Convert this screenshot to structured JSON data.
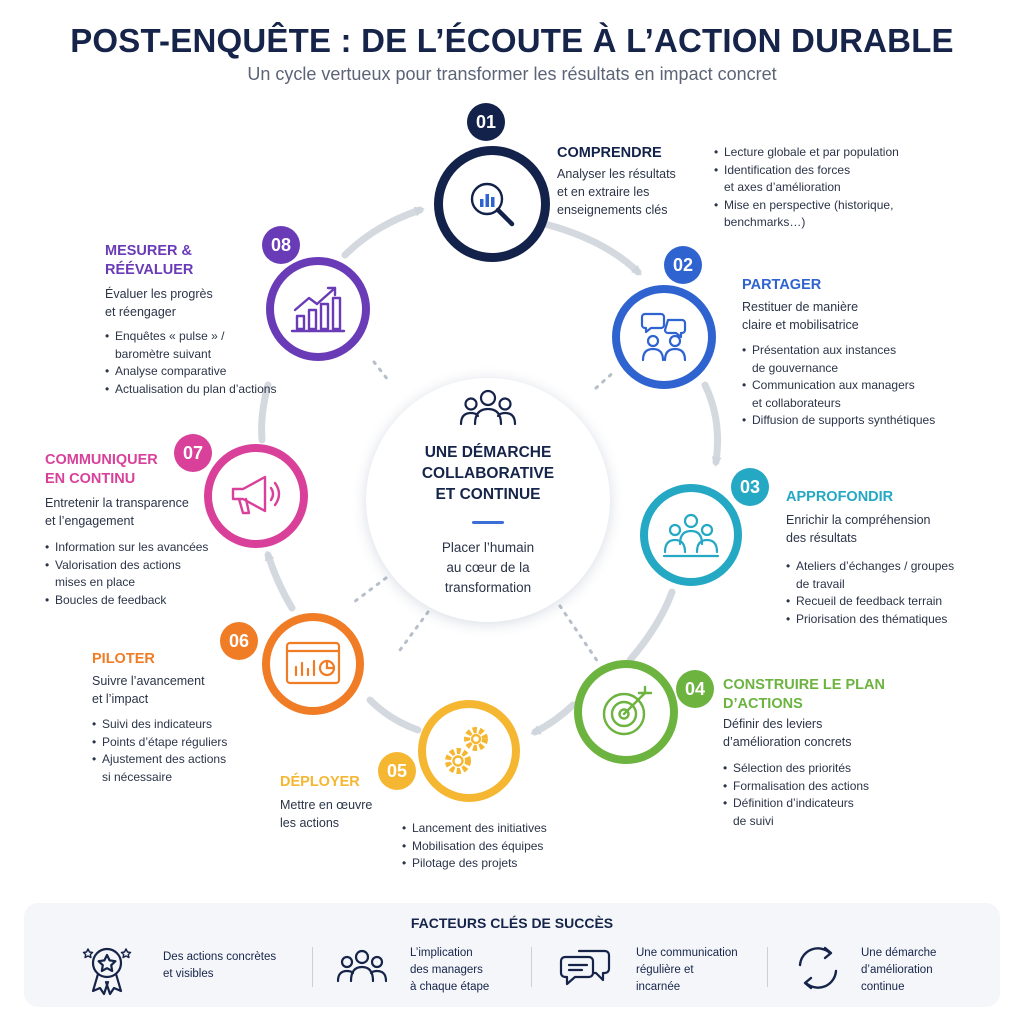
{
  "header": {
    "title": "POST-ENQUÊTE : DE L’ÉCOUTE À L’ACTION DURABLE",
    "subtitle": "Un cycle vertueux pour transformer les résultats en impact concret"
  },
  "colors": {
    "s1": "#13224a",
    "s2": "#2f63cf",
    "s3": "#24a8c4",
    "s4": "#6cb33f",
    "s5": "#f5b731",
    "s6": "#f07c26",
    "s7": "#d9409a",
    "s8": "#6a3bb7"
  },
  "center": {
    "icon": "people-group-icon",
    "title_lines": [
      "UNE DÉMARCHE",
      "COLLABORATIVE",
      "ET CONTINUE"
    ],
    "sub_lines": [
      "Placer l’humain",
      "au cœur de la",
      "transformation"
    ]
  },
  "steps": [
    {
      "num": "01",
      "icon": "magnifier-chart-icon",
      "title_lines": [
        "COMPRENDRE"
      ],
      "desc_lines": [
        "Analyser les résultats",
        "et en extraire les",
        "enseignements clés"
      ],
      "bullets": [
        [
          "Lecture globale et par population"
        ],
        [
          "Identification des forces",
          "et axes d’amélioration"
        ],
        [
          "Mise en perspective (historique,",
          "benchmarks…)"
        ]
      ]
    },
    {
      "num": "02",
      "icon": "chat-people-icon",
      "title_lines": [
        "PARTAGER"
      ],
      "desc_lines": [
        "Restituer de manière",
        "claire et mobilisatrice"
      ],
      "bullets": [
        [
          "Présentation aux instances",
          "de gouvernance"
        ],
        [
          "Communication aux managers",
          "et collaborateurs"
        ],
        [
          "Diffusion de supports synthétiques"
        ]
      ]
    },
    {
      "num": "03",
      "icon": "team-icon",
      "title_lines": [
        "APPROFONDIR"
      ],
      "desc_lines": [
        "Enrichir la compréhension",
        "des résultats"
      ],
      "bullets": [
        [
          "Ateliers d’échanges / groupes",
          "de travail"
        ],
        [
          "Recueil de feedback terrain"
        ],
        [
          "Priorisation des thématiques"
        ]
      ]
    },
    {
      "num": "04",
      "icon": "target-icon",
      "title_lines": [
        "CONSTRUIRE LE PLAN",
        "D’ACTIONS"
      ],
      "desc_lines": [
        "Définir des leviers",
        "d’amélioration concrets"
      ],
      "bullets": [
        [
          "Sélection des priorités"
        ],
        [
          "Formalisation des actions"
        ],
        [
          "Définition d’indicateurs",
          "de suivi"
        ]
      ]
    },
    {
      "num": "05",
      "icon": "gears-icon",
      "title_lines": [
        "DÉPLOYER"
      ],
      "desc_lines": [
        "Mettre en œuvre",
        "les actions"
      ],
      "bullets": [
        [
          "Lancement des initiatives"
        ],
        [
          "Mobilisation des équipes"
        ],
        [
          "Pilotage des projets"
        ]
      ]
    },
    {
      "num": "06",
      "icon": "dashboard-icon",
      "title_lines": [
        "PILOTER"
      ],
      "desc_lines": [
        "Suivre l’avancement",
        "et l’impact"
      ],
      "bullets": [
        [
          "Suivi des indicateurs"
        ],
        [
          "Points d’étape réguliers"
        ],
        [
          "Ajustement des actions",
          "si nécessaire"
        ]
      ]
    },
    {
      "num": "07",
      "icon": "megaphone-icon",
      "title_lines": [
        "COMMUNIQUER",
        "EN CONTINU"
      ],
      "desc_lines": [
        "Entretenir la transparence",
        "et l’engagement"
      ],
      "bullets": [
        [
          "Information sur les avancées"
        ],
        [
          "Valorisation des actions",
          "mises en place"
        ],
        [
          "Boucles de feedback"
        ]
      ]
    },
    {
      "num": "08",
      "icon": "growth-chart-icon",
      "title_lines": [
        "MESURER &",
        "RÉÉVALUER"
      ],
      "desc_lines": [
        "Évaluer les progrès",
        "et réengager"
      ],
      "bullets": [
        [
          "Enquêtes « pulse » /",
          "baromètre suivant"
        ],
        [
          "Analyse comparative"
        ],
        [
          "Actualisation du plan d’actions"
        ]
      ]
    }
  ],
  "factors": {
    "title": "FACTEURS CLÉS DE SUCCÈS",
    "items": [
      {
        "icon": "award-medal-icon",
        "lines": [
          "Des actions concrètes",
          "et visibles"
        ]
      },
      {
        "icon": "people-group-icon",
        "lines": [
          "L’implication",
          "des managers",
          "à chaque étape"
        ]
      },
      {
        "icon": "chat-bubbles-icon",
        "lines": [
          "Une communication",
          "régulière et",
          "incarnée"
        ]
      },
      {
        "icon": "cycle-arrows-icon",
        "lines": [
          "Une démarche",
          "d’amélioration",
          "continue"
        ]
      }
    ]
  }
}
